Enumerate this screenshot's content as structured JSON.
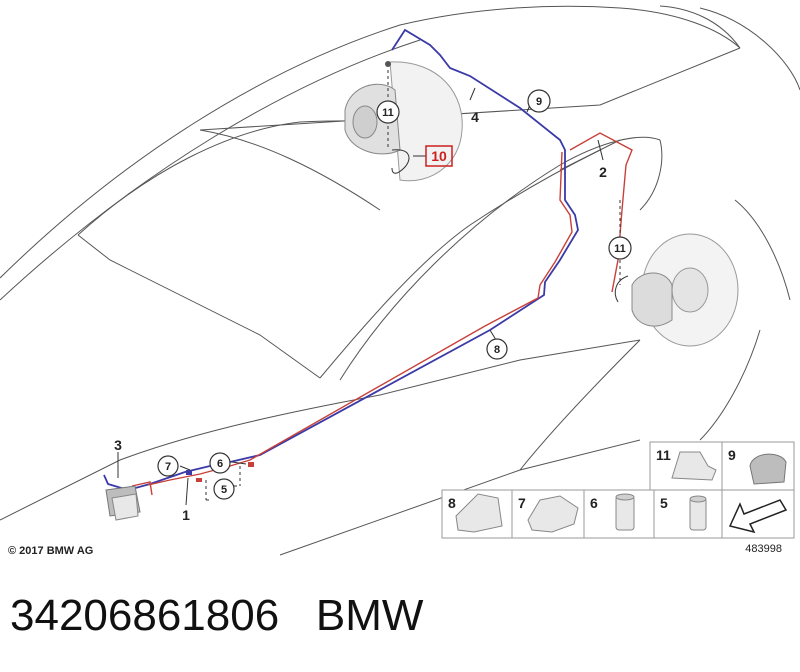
{
  "callouts": {
    "c1": "1",
    "c2": "2",
    "c3": "3",
    "c4": "4",
    "c5": "5",
    "c6": "6",
    "c7": "7",
    "c8": "8",
    "c9": "9",
    "c10": "10",
    "c11a": "11",
    "c11b": "11"
  },
  "legend": {
    "l11": "11",
    "l9": "9",
    "l8": "8",
    "l7": "7",
    "l6": "6",
    "l5": "5"
  },
  "copyright": "© 2017 BMW AG",
  "image_number": "483998",
  "footer": {
    "part_number": "34206861806",
    "brand": "BMW"
  },
  "colors": {
    "highlight": "#cc1f1f",
    "brake_line_blue": "#3a3aa8",
    "brake_line_red": "#c8403a"
  }
}
